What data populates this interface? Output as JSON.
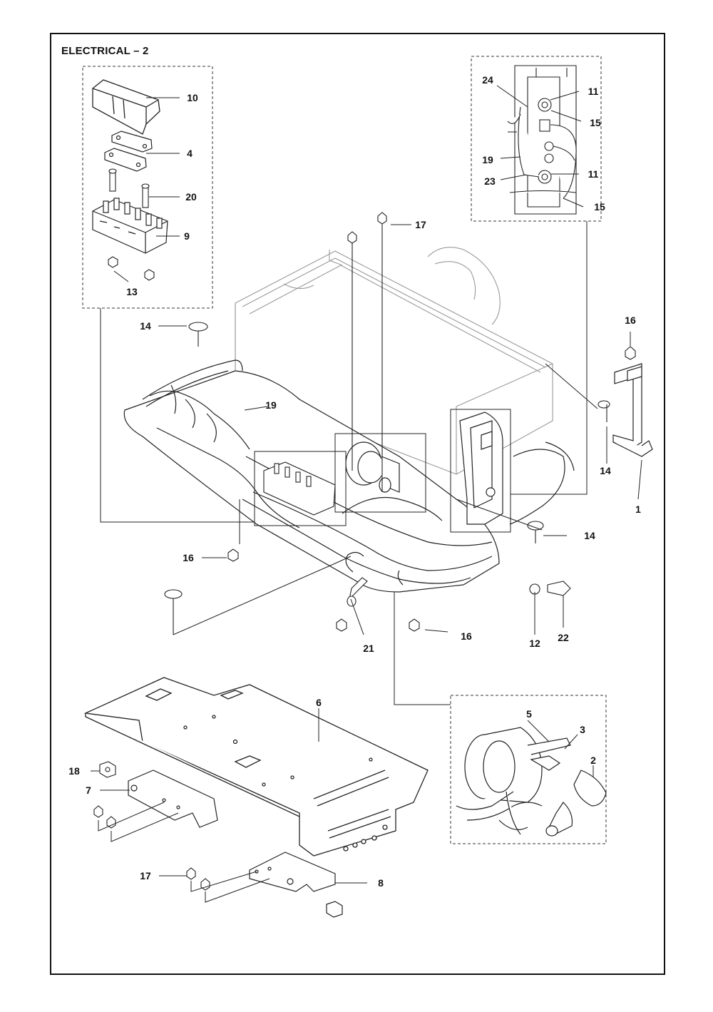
{
  "title": "ELECTRICAL – 2",
  "callouts": {
    "c10": "10",
    "c4": "4",
    "c20": "20",
    "c9": "9",
    "c13": "13",
    "c24": "24",
    "c11a": "11",
    "c15a": "15",
    "c19a": "19",
    "c23": "23",
    "c11b": "11",
    "c15b": "15",
    "c17a": "17",
    "c14a": "14",
    "c16a": "16",
    "c19b": "19",
    "c14b": "14",
    "c1": "1",
    "c14c": "14",
    "c16b": "16",
    "c21": "21",
    "c16c": "16",
    "c12": "12",
    "c22": "22",
    "c6": "6",
    "c18": "18",
    "c7": "7",
    "c17b": "17",
    "c8": "8",
    "c5": "5",
    "c3": "3",
    "c2": "2"
  },
  "colors": {
    "line": "#222222",
    "light": "#888888",
    "frame": "#111111"
  }
}
